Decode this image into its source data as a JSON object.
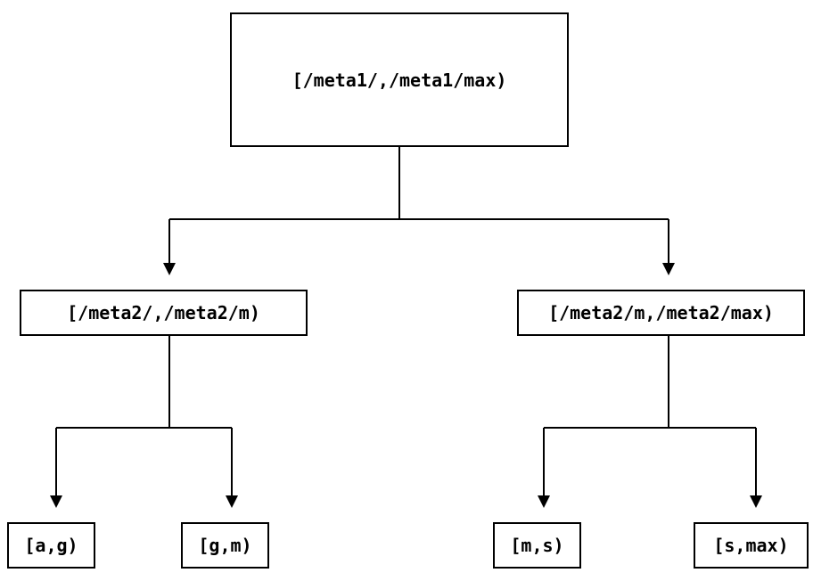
{
  "diagram": {
    "type": "binary-interval-tree",
    "colors": {
      "background": "#ffffff",
      "line": "#000000",
      "box_fill": "#ffffff",
      "text": "#000000"
    }
  },
  "nodes": {
    "root": {
      "label": "[/meta1/,/meta1/max)"
    },
    "left": {
      "label": "[/meta2/,/meta2/m)"
    },
    "right": {
      "label": "[/meta2/m,/meta2/max)"
    },
    "leftLeft": {
      "label": "[a,g)"
    },
    "leftRight": {
      "label": "[g,m)"
    },
    "rightLeft": {
      "label": "[m,s)"
    },
    "rightRight": {
      "label": "[s,max)"
    }
  },
  "edges": [
    {
      "from": "root",
      "to": "left"
    },
    {
      "from": "root",
      "to": "right"
    },
    {
      "from": "left",
      "to": "leftLeft"
    },
    {
      "from": "left",
      "to": "leftRight"
    },
    {
      "from": "right",
      "to": "rightLeft"
    },
    {
      "from": "right",
      "to": "rightRight"
    }
  ]
}
